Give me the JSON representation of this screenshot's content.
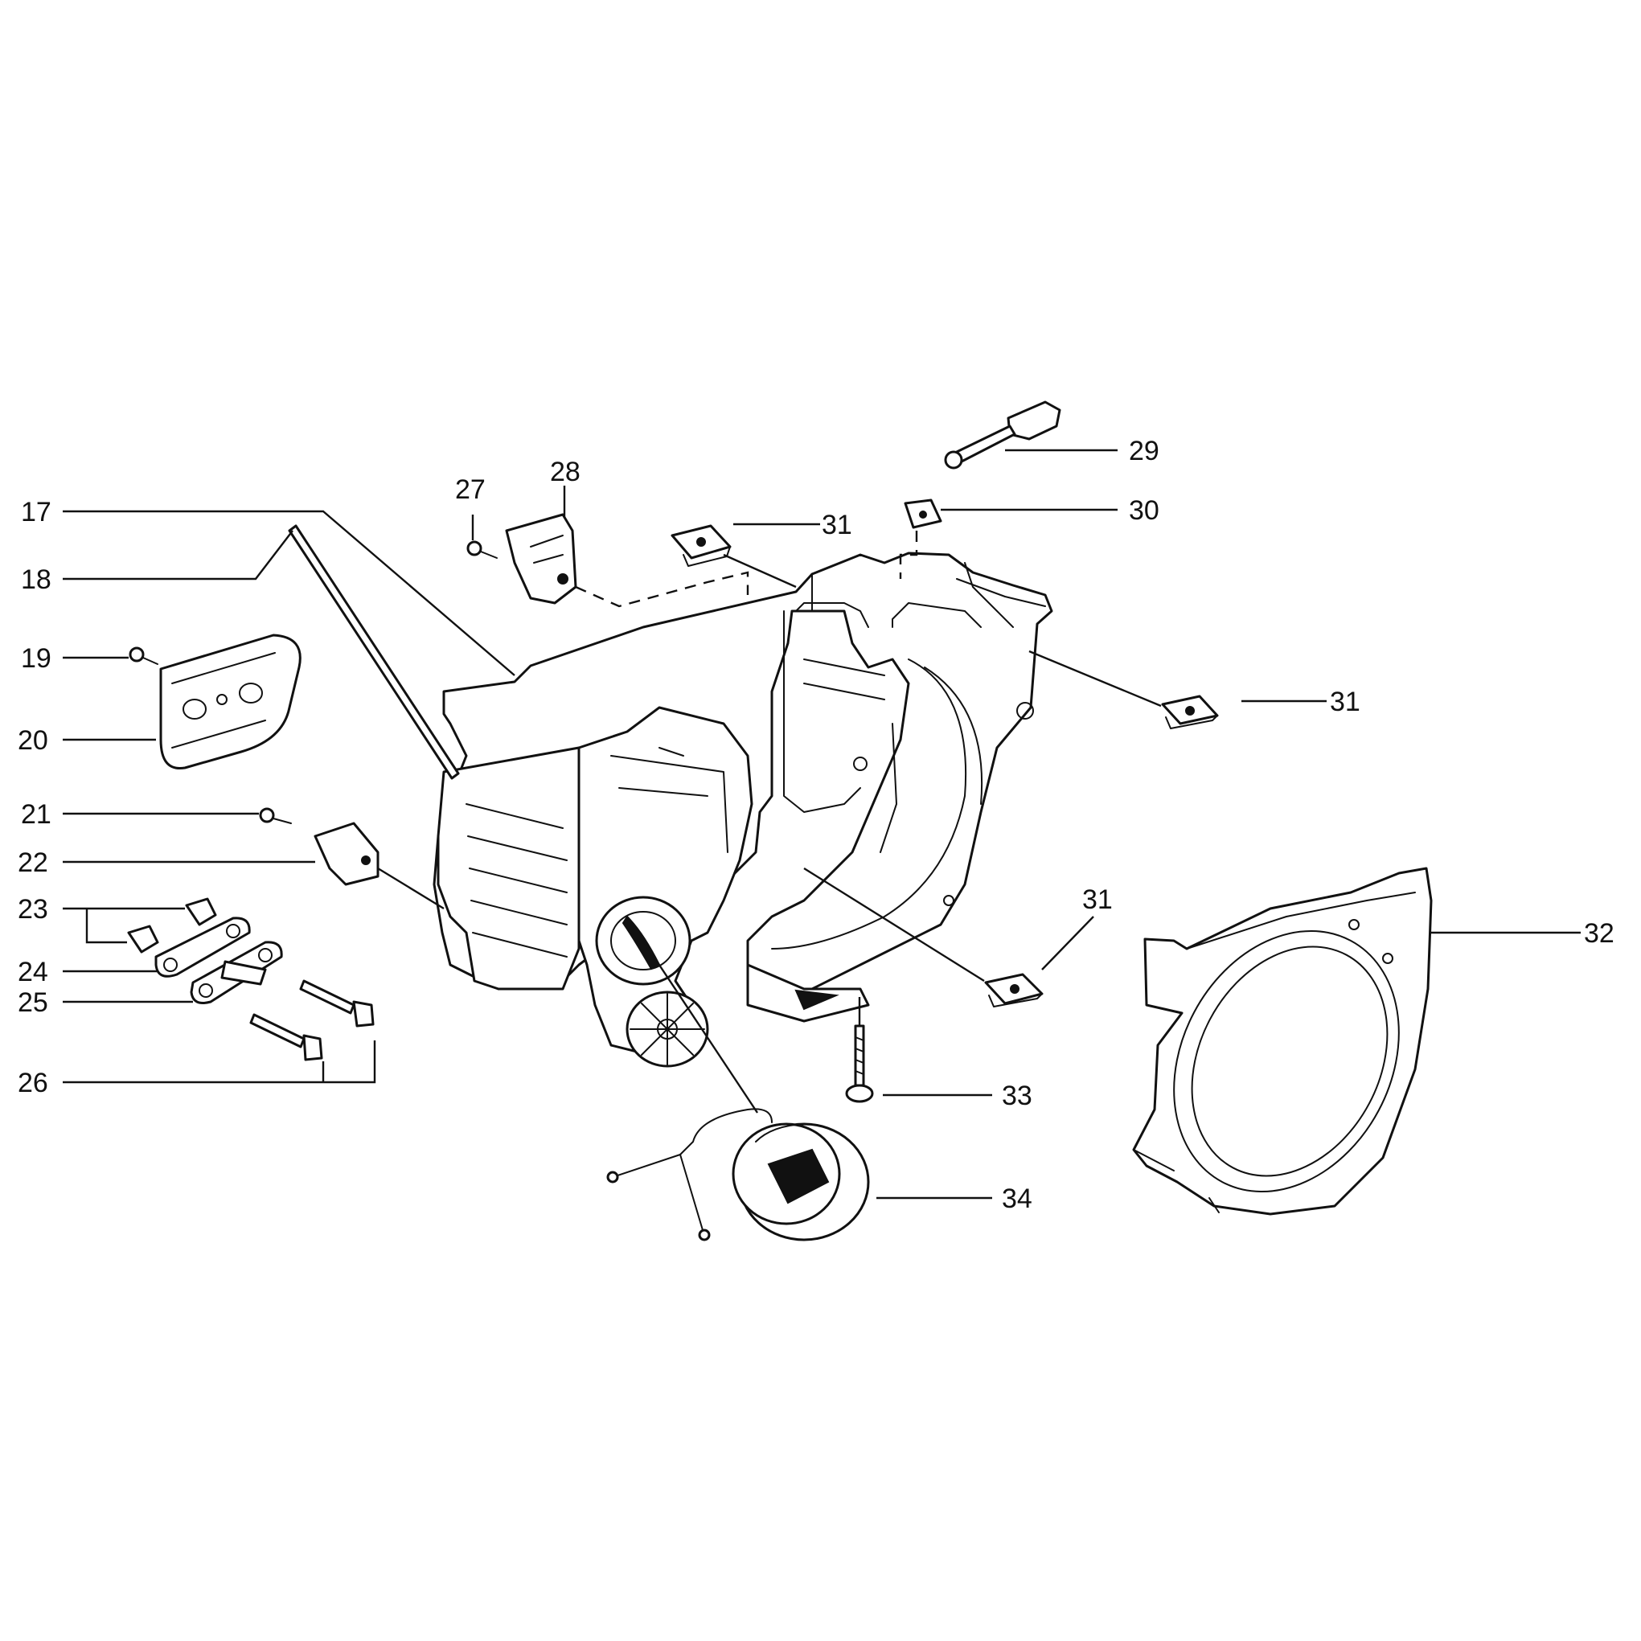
{
  "diagram": {
    "labels": {
      "l17": "17",
      "l18": "18",
      "l19": "19",
      "l20": "20",
      "l21": "21",
      "l22": "22",
      "l23": "23",
      "l24": "24",
      "l25": "25",
      "l26": "26",
      "l27": "27",
      "l28": "28",
      "l29": "29",
      "l30": "30",
      "l31a": "31",
      "l31b": "31",
      "l31c": "31",
      "l32": "32",
      "l33": "33",
      "l34": "34"
    },
    "colors": {
      "ink": "#111111",
      "paper": "#ffffff"
    }
  }
}
